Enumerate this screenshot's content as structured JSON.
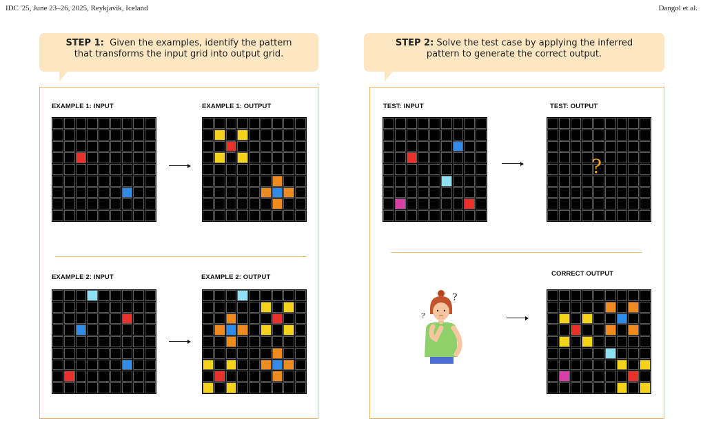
{
  "header": {
    "left": "IDC '25, June 23–26, 2025, Reykjavik, Iceland",
    "right": "Dangol et al."
  },
  "step1": {
    "title": "STEP 1:",
    "text_line1": "Given the examples, identify the pattern",
    "text_line2": "that transforms the input grid into output grid."
  },
  "step2": {
    "title": "STEP 2:",
    "text_line1": "Solve the test case by applying the inferred",
    "text_line2": "pattern to generate the correct output."
  },
  "labels": {
    "ex1_in": "EXAMPLE 1: INPUT",
    "ex1_out": "EXAMPLE 1: OUTPUT",
    "ex2_in": "EXAMPLE 2: INPUT",
    "ex2_out": "EXAMPLE 2: OUTPUT",
    "test_in": "TEST: INPUT",
    "test_out": "TEST: OUTPUT",
    "correct": "CORRECT OUTPUT"
  },
  "unknown_symbol": "?",
  "colors": {
    "red": "#e8312a",
    "blue": "#2f8be6",
    "yellow": "#f4d31c",
    "orange": "#ef8a1e",
    "cyan": "#8fe0f0",
    "magenta": "#d63fa6",
    "accent": "#f3b35a",
    "bubble": "#fce7c2"
  },
  "grids": {
    "ex1_in": {
      "size": 9,
      "cells": [
        [
          3,
          2,
          "red"
        ],
        [
          6,
          6,
          "blue"
        ]
      ]
    },
    "ex1_out": {
      "size": 9,
      "cells": [
        [
          1,
          1,
          "yellow"
        ],
        [
          1,
          3,
          "yellow"
        ],
        [
          2,
          2,
          "red"
        ],
        [
          3,
          1,
          "yellow"
        ],
        [
          3,
          3,
          "yellow"
        ],
        [
          5,
          6,
          "orange"
        ],
        [
          6,
          5,
          "orange"
        ],
        [
          6,
          6,
          "blue"
        ],
        [
          6,
          7,
          "orange"
        ],
        [
          7,
          6,
          "orange"
        ]
      ]
    },
    "ex2_in": {
      "size": 9,
      "cells": [
        [
          0,
          3,
          "cyan"
        ],
        [
          2,
          6,
          "red"
        ],
        [
          3,
          2,
          "blue"
        ],
        [
          6,
          6,
          "blue"
        ],
        [
          7,
          1,
          "red"
        ]
      ]
    },
    "ex2_out": {
      "size": 9,
      "cells": [
        [
          0,
          3,
          "cyan"
        ],
        [
          1,
          5,
          "yellow"
        ],
        [
          1,
          7,
          "yellow"
        ],
        [
          2,
          2,
          "orange"
        ],
        [
          2,
          6,
          "red"
        ],
        [
          3,
          1,
          "orange"
        ],
        [
          3,
          2,
          "blue"
        ],
        [
          3,
          3,
          "orange"
        ],
        [
          3,
          5,
          "yellow"
        ],
        [
          3,
          7,
          "yellow"
        ],
        [
          4,
          2,
          "orange"
        ],
        [
          5,
          6,
          "orange"
        ],
        [
          6,
          0,
          "yellow"
        ],
        [
          6,
          2,
          "yellow"
        ],
        [
          6,
          5,
          "orange"
        ],
        [
          6,
          6,
          "blue"
        ],
        [
          6,
          7,
          "orange"
        ],
        [
          7,
          1,
          "red"
        ],
        [
          7,
          6,
          "orange"
        ],
        [
          8,
          0,
          "yellow"
        ],
        [
          8,
          2,
          "yellow"
        ]
      ]
    },
    "test_in": {
      "size": 9,
      "cells": [
        [
          2,
          6,
          "blue"
        ],
        [
          3,
          2,
          "red"
        ],
        [
          5,
          5,
          "cyan"
        ],
        [
          7,
          1,
          "magenta"
        ],
        [
          7,
          7,
          "red"
        ]
      ]
    },
    "test_out": {
      "size": 9,
      "cells": []
    },
    "correct": {
      "size": 9,
      "cells": [
        [
          1,
          5,
          "orange"
        ],
        [
          1,
          7,
          "orange"
        ],
        [
          2,
          1,
          "yellow"
        ],
        [
          2,
          3,
          "yellow"
        ],
        [
          2,
          6,
          "blue"
        ],
        [
          3,
          2,
          "red"
        ],
        [
          3,
          5,
          "orange"
        ],
        [
          3,
          7,
          "orange"
        ],
        [
          4,
          1,
          "yellow"
        ],
        [
          4,
          3,
          "yellow"
        ],
        [
          5,
          5,
          "cyan"
        ],
        [
          6,
          6,
          "yellow"
        ],
        [
          6,
          8,
          "yellow"
        ],
        [
          7,
          1,
          "magenta"
        ],
        [
          7,
          7,
          "red"
        ],
        [
          8,
          6,
          "yellow"
        ],
        [
          8,
          8,
          "yellow"
        ]
      ]
    }
  }
}
